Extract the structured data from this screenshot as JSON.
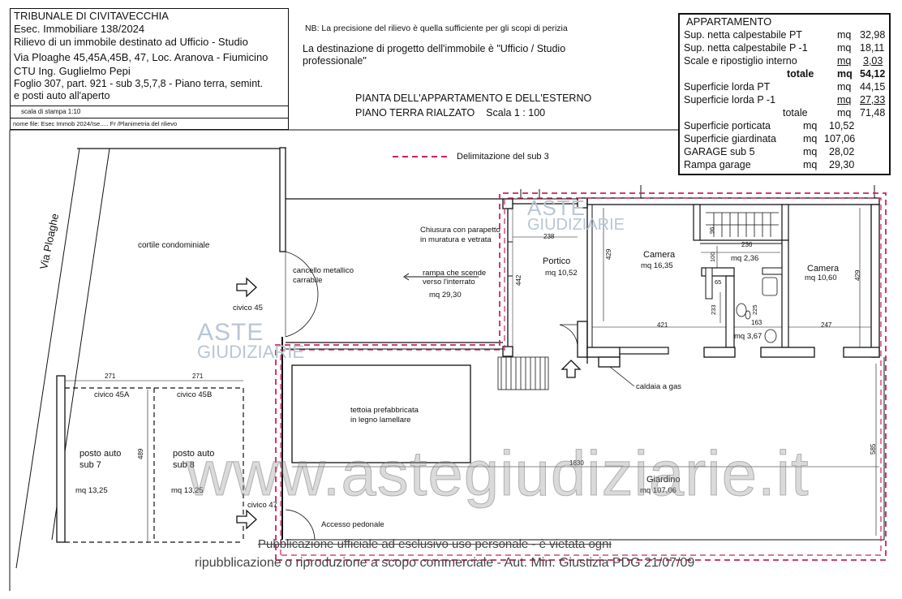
{
  "header_box": {
    "lines": [
      "TRIBUNALE DI CIVITAVECCHIA",
      "Esec. Immobiliare 138/2024",
      "Rilievo di un immobile destinato ad Ufficio - Studio",
      "Via Ploaghe 45,45A,45B, 47,  Loc. Aranova - Fiumicino",
      "CTU Ing. Guglielmo Pepi",
      "Foglio 307, part. 921 - sub 3,5,7,8 - Piano terra, semint.",
      "e posti auto all'aperto"
    ],
    "scale_label": "scala di stampa 1:10",
    "filename": "nome file: Esec Immob 2024/Ise..... Fr /Planimetria del rilievo"
  },
  "notes": {
    "nb": "NB: La precisione del rilievo è quella sufficiente per gli scopi di perizia",
    "destination_1": "La destinazione di progetto dell'immobile è \"Ufficio / Studio",
    "destination_2": "professionale\"",
    "plan_title": "PIANTA DELL'APPARTAMENTO E DELL'ESTERNO",
    "plan_sub": "PIANO TERRA RIALZATO    Scala 1 : 100"
  },
  "summary": {
    "title": "APPARTAMENTO",
    "rows": [
      {
        "label": "Sup. netta calpestabile PT",
        "unit": "mq",
        "value": "32,98"
      },
      {
        "label": "Sup. netta calpestabile P -1",
        "unit": "mq",
        "value": "18,11"
      },
      {
        "label": "Scale e ripostiglio interno",
        "unit": "mq",
        "value": "3,03"
      },
      {
        "label": "totale",
        "unit": "mq",
        "value": "54,12"
      },
      {
        "label": "Superficie lorda PT",
        "unit": "mq",
        "value": "44,15"
      },
      {
        "label": "Superficie lorda P -1",
        "unit": "mq",
        "value": "27,33"
      },
      {
        "label": "totale",
        "unit": "mq",
        "value": "71,48"
      },
      {
        "label": "Superficie porticata",
        "unit": "mq",
        "value": "10,52"
      },
      {
        "label": "Superficie giardinata",
        "unit": "mq",
        "value": "107,06"
      },
      {
        "label": "GARAGE sub 5",
        "unit": "mq",
        "value": "28,02"
      },
      {
        "label": "Rampa garage",
        "unit": "mq",
        "value": "29,30"
      }
    ]
  },
  "legend": {
    "text": "Delimitazione del sub 3",
    "color": "#c8245a"
  },
  "plan": {
    "street": "Via Ploaghe",
    "courtyard": "cortile condominiale",
    "gate_1": "cancello metallico",
    "gate_2": "carrabile",
    "civico_45": "civico 45",
    "civico_47": "civico 47",
    "civico_45a": "civico 45A",
    "civico_45b": "civico 45B",
    "dim_271a": "271",
    "dim_271b": "271",
    "dim_489": "489",
    "posto_7_1": "posto auto",
    "posto_7_2": "sub 7",
    "posto_7_area": "mq 13,25",
    "posto_8_1": "posto auto",
    "posto_8_2": "sub 8",
    "posto_8_area": "mq 13,25",
    "parapet_1": "Chiusura con parapetto",
    "parapet_2": "in muratura e vetrata",
    "ramp_1": "rampa che scende",
    "ramp_2": "verso l'interrato",
    "ramp_area": "mq 29,30",
    "dim_238": "238",
    "dim_442": "442",
    "portico": "Portico",
    "portico_area": "mq 10,52",
    "camera1": "Camera",
    "camera1_area": "mq 16,35",
    "dim_429a": "429",
    "dim_96": "96",
    "dim_236": "236",
    "dim_100": "100",
    "stair_area": "mq 2,36",
    "dim_65": "65",
    "dim_233": "233",
    "dim_225": "225",
    "dim_421": "421",
    "dim_163": "163",
    "dim_247": "247",
    "bath_area": "mq 3,67",
    "camera2": "Camera",
    "camera2_area": "mq 10,60",
    "dim_429b": "429",
    "boiler": "caldaia a gas",
    "canopy_1": "tettoia prefabbricata",
    "canopy_2": "in legno lamellare",
    "dim_1830": "1830",
    "dim_585": "585",
    "garden": "Giardino",
    "garden_area": "mq 107,06",
    "ped_access": "Accesso pedonale"
  },
  "watermarks": {
    "aste": "ASTE",
    "giudiziarie": "GIUDIZIARIE",
    "site": "www.astegiudiziarie.it"
  },
  "footer": {
    "line1": "Pubblicazione ufficiale ad esclusivo uso personale - è vietata ogni",
    "line2": "ripubblicazione o riproduzione a scopo commerciale - Aut. Min. Giustizia PDG 21/07/09"
  }
}
